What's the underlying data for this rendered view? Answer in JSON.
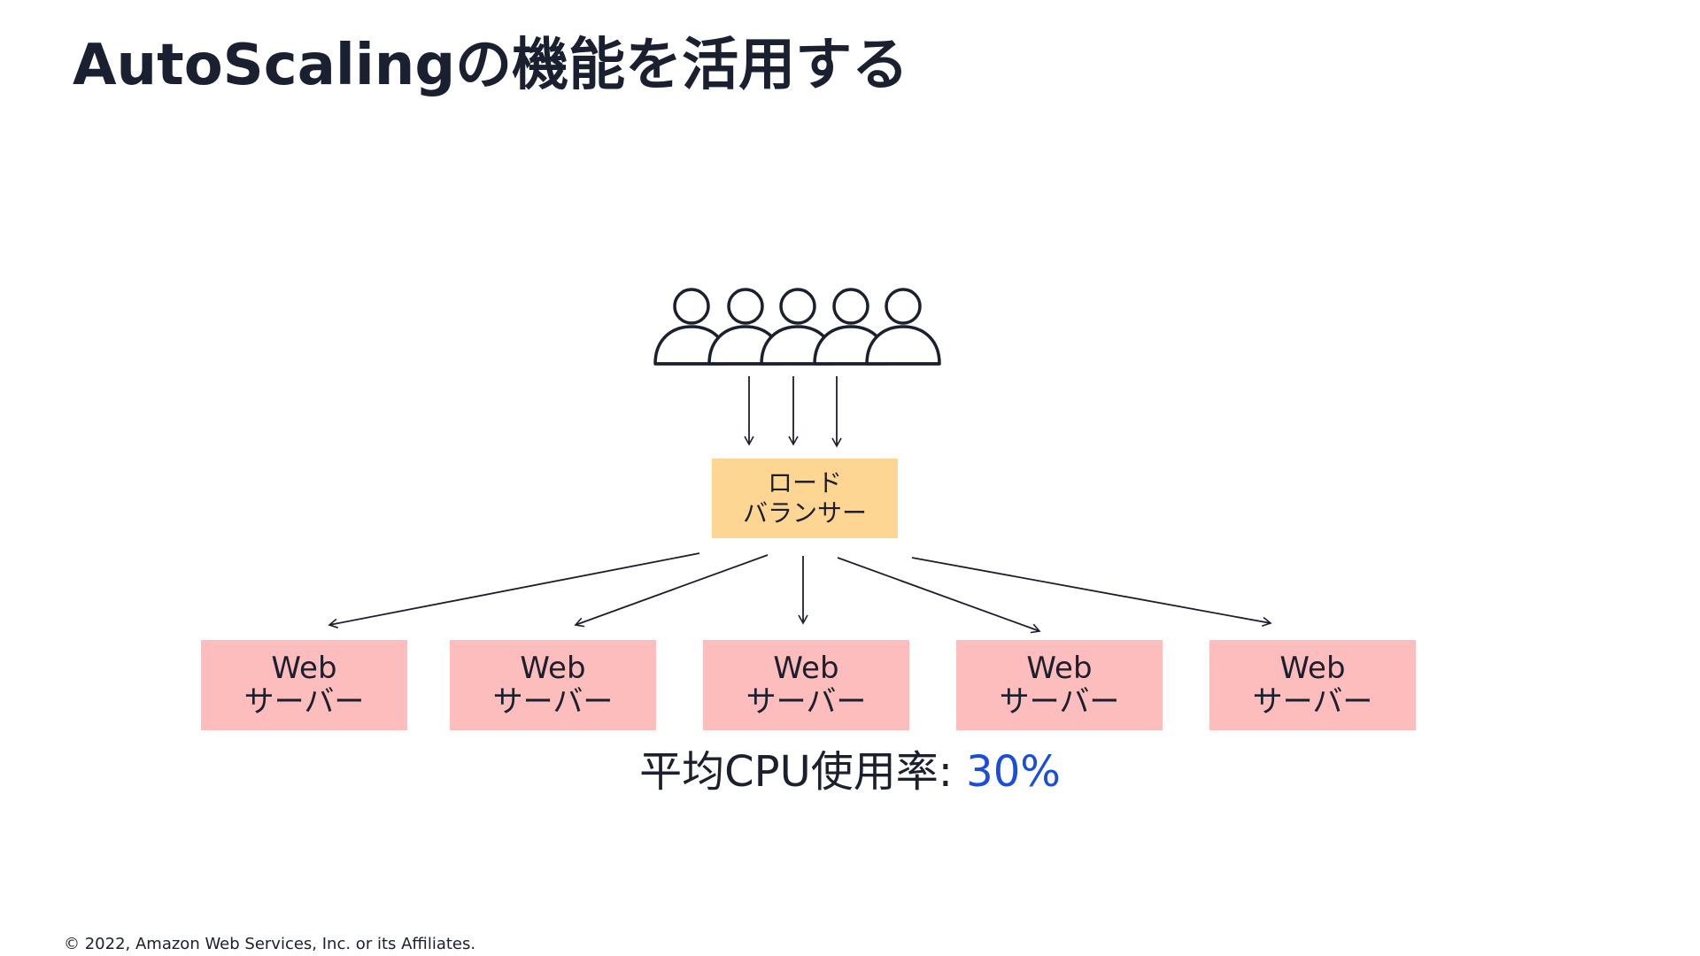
{
  "title": "AutoScalingの機能を活用する",
  "users_icon": "users-group-icon",
  "load_balancer": {
    "line1": "ロード",
    "line2": "バランサー"
  },
  "servers": [
    {
      "line1": "Web",
      "line2": "サーバー"
    },
    {
      "line1": "Web",
      "line2": "サーバー"
    },
    {
      "line1": "Web",
      "line2": "サーバー"
    },
    {
      "line1": "Web",
      "line2": "サーバー"
    },
    {
      "line1": "Web",
      "line2": "サーバー"
    }
  ],
  "cpu": {
    "label": "平均CPU使用率: ",
    "value": "30%"
  },
  "footer": "© 2022, Amazon Web Services, Inc. or its Affiliates.",
  "colors": {
    "load_balancer_fill": "#fdd694",
    "server_fill": "#fdbdbd",
    "accent_value": "#1a4ddb",
    "text": "#1b1f2e"
  }
}
